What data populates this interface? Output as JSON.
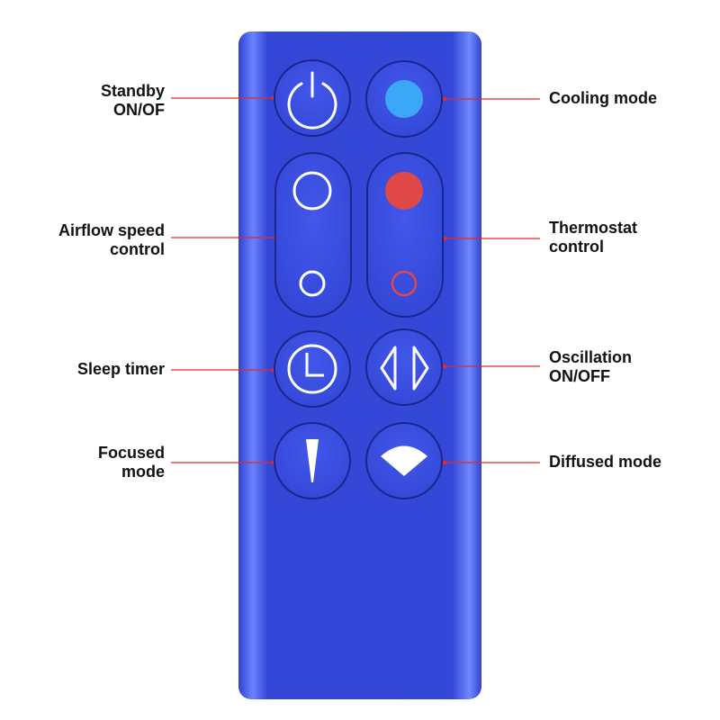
{
  "colors": {
    "body": "#3346d6",
    "button": "#3a4fe0",
    "leader_line": "#e02a2a",
    "cooling_indicator": "#3aa8f7",
    "heating_indicator": "#e04848",
    "icon": "#ffffff"
  },
  "labels": {
    "standby": [
      "Standby",
      "ON/OF"
    ],
    "airflow": [
      "Airflow speed",
      "control"
    ],
    "sleep_timer": [
      "Sleep timer"
    ],
    "focused": [
      "Focused",
      "mode"
    ],
    "cooling": [
      "Cooling mode"
    ],
    "thermostat": [
      "Thermostat",
      "control"
    ],
    "oscillation": [
      "Oscillation",
      "ON/OFF"
    ],
    "diffused": [
      "Diffused mode"
    ]
  },
  "icons": {
    "standby": "power-icon",
    "cooling": "blue-dot-icon",
    "airflow": "circle-outline-icon",
    "thermostat": "red-dot-icon",
    "sleep_timer": "clock-icon",
    "oscillation": "oscillation-arrows-icon",
    "focused": "narrow-beam-icon",
    "diffused": "wide-fan-icon"
  }
}
